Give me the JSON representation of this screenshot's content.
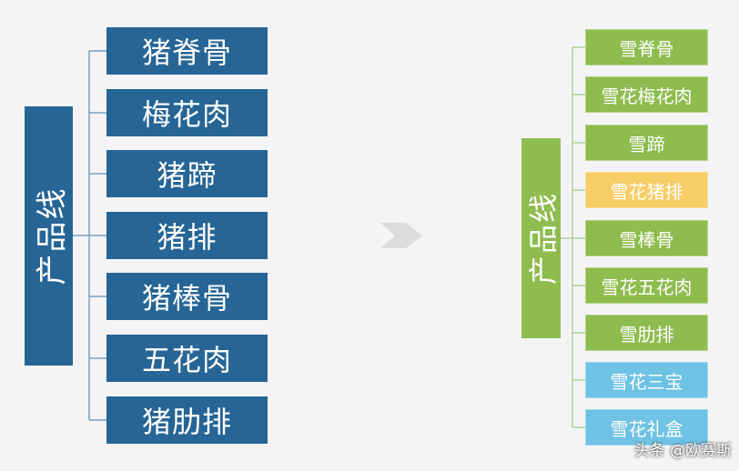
{
  "left_tree": {
    "root": "产品线",
    "color": "#266595",
    "items": [
      {
        "label": "猪脊骨"
      },
      {
        "label": "梅花肉"
      },
      {
        "label": "猪蹄"
      },
      {
        "label": "猪排"
      },
      {
        "label": "猪棒骨"
      },
      {
        "label": "五花肉"
      },
      {
        "label": "猪肋排"
      }
    ]
  },
  "right_tree": {
    "root": "产品线",
    "color": "#8ebc4e",
    "items": [
      {
        "label": "雪脊骨",
        "color": "#8ebc4e"
      },
      {
        "label": "雪花梅花肉",
        "color": "#8ebc4e"
      },
      {
        "label": "雪蹄",
        "color": "#8ebc4e"
      },
      {
        "label": "雪花猪排",
        "color": "#f8cc66"
      },
      {
        "label": "雪棒骨",
        "color": "#8ebc4e"
      },
      {
        "label": "雪花五花肉",
        "color": "#8ebc4e"
      },
      {
        "label": "雪肋排",
        "color": "#8ebc4e"
      },
      {
        "label": "雪花三宝",
        "color": "#6ec2e4"
      },
      {
        "label": "雪花礼盒",
        "color": "#6ec2e4"
      }
    ]
  },
  "arrow": {
    "icon": "chevron-right-icon",
    "color": "#dcdcdc"
  },
  "watermark": {
    "text": "头条 @欧赛斯"
  }
}
